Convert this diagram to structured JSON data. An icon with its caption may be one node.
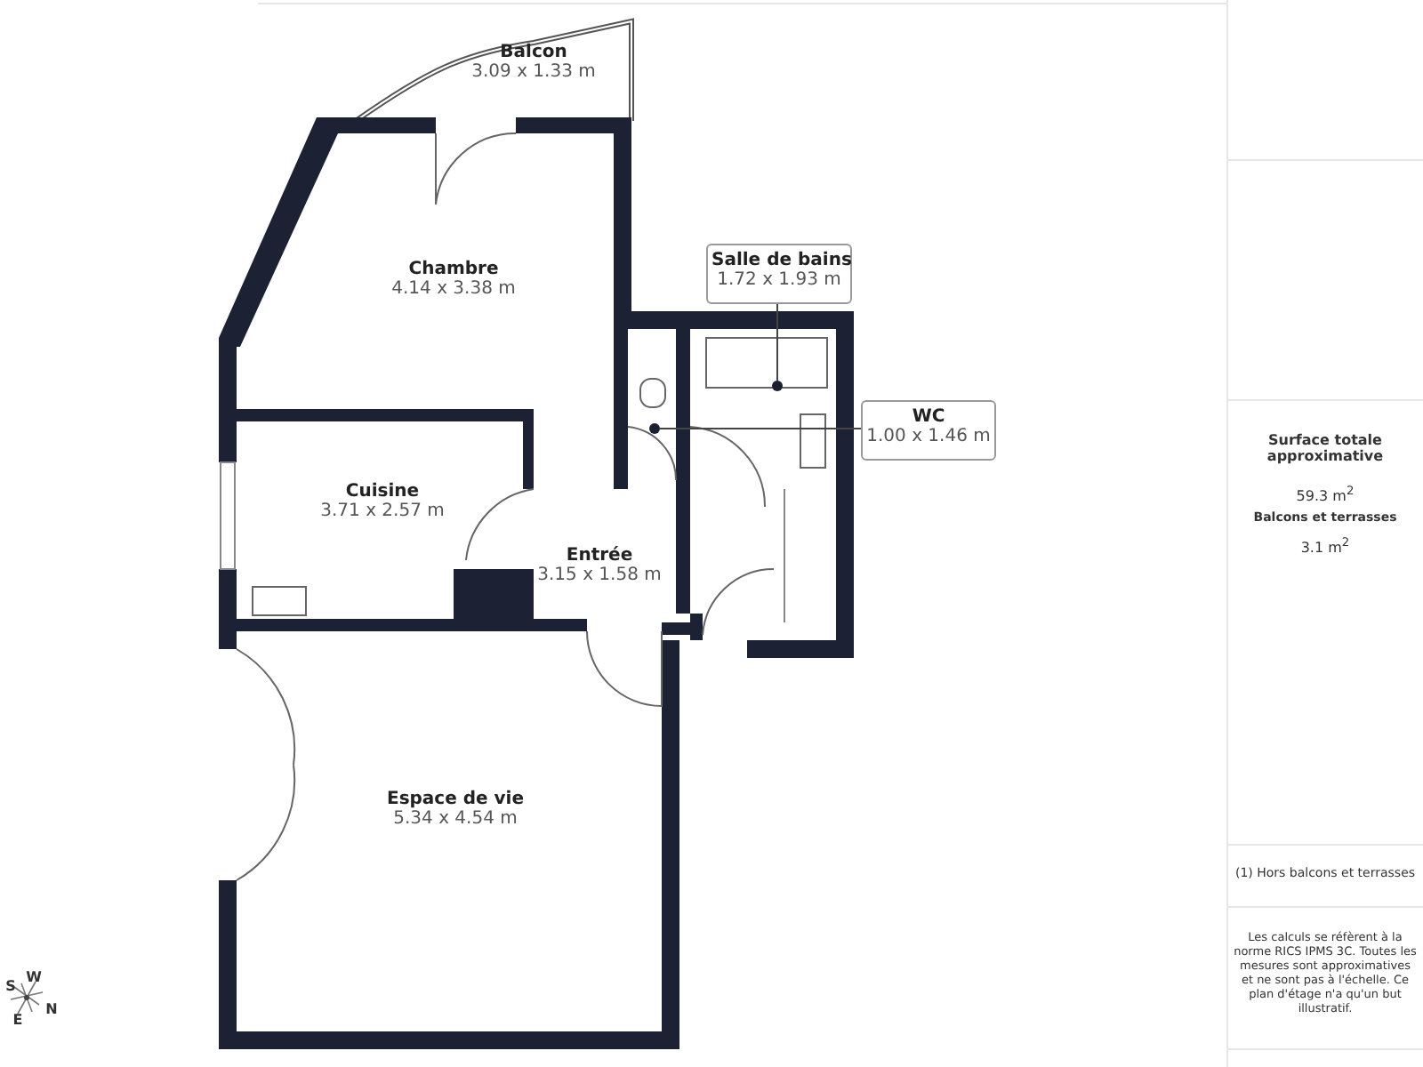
{
  "diagram": {
    "nodes": [
      {
        "text": [
          "Balcon",
          "3.09 x 1.33 m"
        ]
      },
      {
        "text": [
          "Chambre",
          "4.14 x 3.38 m"
        ]
      },
      {
        "text": [
          "Salle de bains",
          "1.72 x 1.93 m"
        ]
      },
      {
        "text": [
          "WC",
          "1.00 x 1.46 m"
        ]
      },
      {
        "text": [
          "Cuisine",
          "3.71 x 2.57 m"
        ]
      },
      {
        "text": [
          "Entrée",
          "3.15 x 1.58 m"
        ]
      },
      {
        "text": [
          "Espace de vie",
          "5.34 x 4.54 m"
        ]
      },
      {
        "text": [],
        "shape": "circle"
      },
      {
        "text": [],
        "shape": "circle"
      }
    ],
    "edges": [
      {
        "from": 2,
        "to": 7,
        "arrow": "none"
      },
      {
        "from": 3,
        "to": 8,
        "arrow": "none"
      }
    ],
    "labels": [
      "W",
      "S",
      "N",
      "E",
      "Surface totale approximative",
      "59.3 m$^{2}$",
      "Balcons et terrasses",
      "3.1 m$^{2}$",
      "(1) Hors balcons et terrasses",
      "Les calculs se réfèrent à la norme RICS IPMS 3C. Toutes les mesures sont approximatives et ne sont pas à l'échelle. Ce plan d'étage n'a qu'un but illustratif."
    ]
  }
}
